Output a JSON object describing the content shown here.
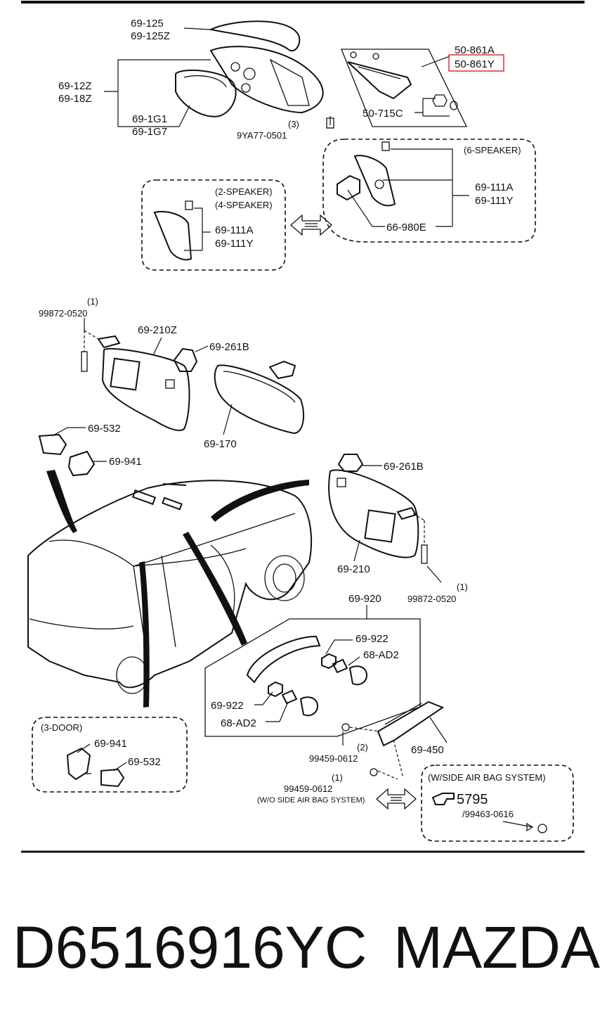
{
  "diagram": {
    "labels": {
      "p_69_125": "69-125",
      "p_69_125z": "69-125Z",
      "p_69_12z": "69-12Z",
      "p_69_18z": "69-18Z",
      "p_69_1g1": "69-1G1",
      "p_69_1g7": "69-1G7",
      "qty_3": "(3)",
      "p_9ya77_0501": "9YA77-0501",
      "p_50_861a": "50-861A",
      "p_50_861y": "50-861Y",
      "p_50_715c": "50-715C",
      "six_speaker": "(6-SPEAKER)",
      "p_69_111a_top": "69-111A",
      "p_69_111y_top": "69-111Y",
      "p_66_980e": "66-980E",
      "two_speaker": "(2-SPEAKER)",
      "four_speaker": "(4-SPEAKER)",
      "p_69_111a": "69-111A",
      "p_69_111y": "69-111Y",
      "qty_1_a": "(1)",
      "p_99872_0520_a": "99872-0520",
      "p_69_210z": "69-210Z",
      "p_69_261b_a": "69-261B",
      "p_69_532_a": "69-532",
      "p_69_941_a": "69-941",
      "p_69_170": "69-170",
      "p_69_261b_b": "69-261B",
      "p_69_210": "69-210",
      "qty_1_b": "(1)",
      "p_99872_0520_b": "99872-0520",
      "p_69_920": "69-920",
      "p_69_922_a": "69-922",
      "p_68_ad2_a": "68-AD2",
      "p_69_922_b": "69-922",
      "p_68_ad2_b": "68-AD2",
      "three_door": "(3-DOOR)",
      "p_69_941_b": "69-941",
      "p_69_532_b": "69-532",
      "qty_2": "(2)",
      "p_99459_0612_a": "99459-0612",
      "p_69_450": "69-450",
      "qty_1_c": "(1)",
      "p_99459_0612_b": "99459-0612",
      "wo_side_airbag": "(W/O SIDE AIR BAG SYSTEM)",
      "w_side_airbag": "(W/SIDE AIR BAG SYSTEM)",
      "p_5795": "5795",
      "p_99463_0616": "/99463-0616"
    },
    "highlight_color": "#e23b3b"
  },
  "footer": {
    "part_code": "D6516916YC",
    "brand": "MAZDA"
  }
}
